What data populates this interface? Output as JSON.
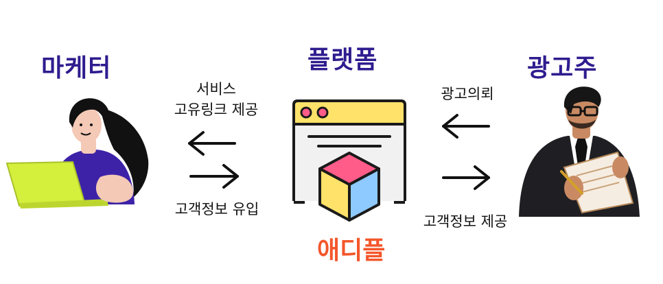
{
  "marketer": {
    "title": "마케터"
  },
  "platform": {
    "title": "플랫폼",
    "brand": "애디플"
  },
  "advertiser": {
    "title": "광고주"
  },
  "flows": {
    "to_marketer_line1": "서비스",
    "to_marketer_line2": "고유링크 제공",
    "from_marketer": "고객정보 유입",
    "from_advertiser": "광고의뢰",
    "to_advertiser": "고객정보 제공"
  },
  "colors": {
    "heading": "#2f1c8f",
    "brand": "#f4562b",
    "window_bar": "#ffe26a",
    "cube_top": "#ff5c8a",
    "cube_left": "#ffe26a",
    "cube_right": "#8ec9ff",
    "laptop": "#d4ef3c",
    "shirt": "#3d22a8"
  },
  "icons": {
    "marketer": "woman-with-laptop-illustration",
    "platform": "browser-window-with-cube-icon",
    "advertiser": "businessman-reading-document-illustration"
  }
}
